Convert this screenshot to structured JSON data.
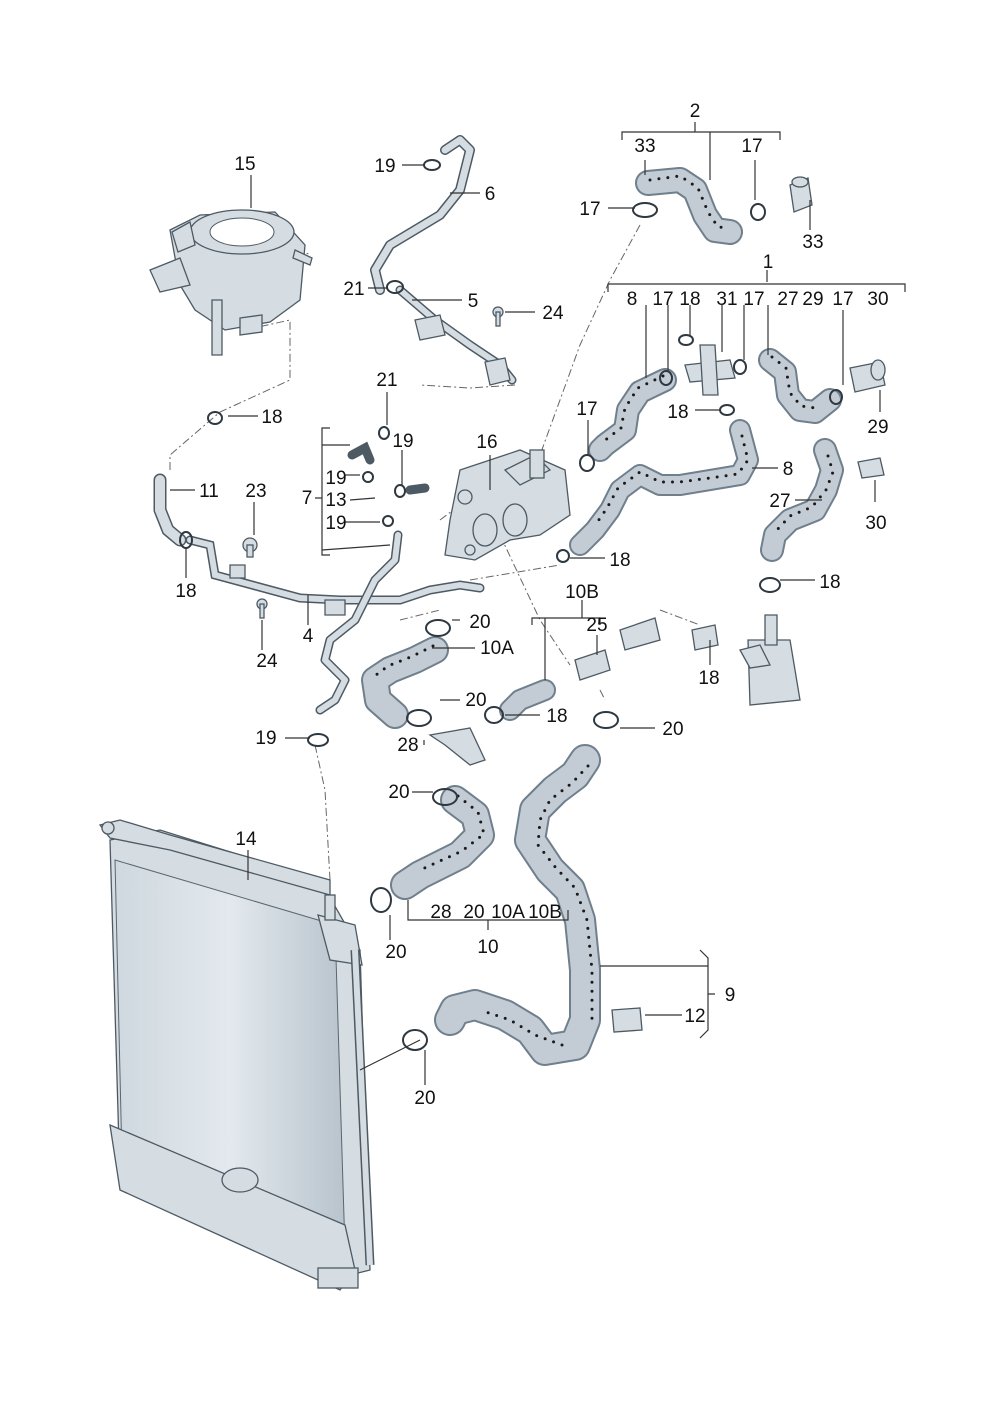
{
  "labels": {
    "l1": "1",
    "l2": "2",
    "l4": "4",
    "l5": "5",
    "l6": "6",
    "l7": "7",
    "l8a": "8",
    "l8b": "8",
    "l9": "9",
    "l10": "10",
    "l10A": "10A",
    "l10B": "10B",
    "l11": "11",
    "l12": "12",
    "l13": "13",
    "l14": "14",
    "l15": "15",
    "l16": "16",
    "l17a": "17",
    "l17b": "17",
    "l17c": "17",
    "l17d": "17",
    "l17e": "17",
    "l17f": "17",
    "l18a": "18",
    "l18b": "18",
    "l18c": "18",
    "l18d": "18",
    "l18e": "18",
    "l18f": "18",
    "l18g": "18",
    "l18h": "18",
    "l18i": "18",
    "l19a": "19",
    "l19b": "19",
    "l19c": "19",
    "l19d": "19",
    "l19e": "19",
    "l20a": "20",
    "l20b": "20",
    "l20c": "20",
    "l20d": "20",
    "l20e": "20",
    "l20f": "20",
    "l21a": "21",
    "l21b": "21",
    "l23": "23",
    "l24a": "24",
    "l24b": "24",
    "l25": "25",
    "l27a": "27",
    "l27b": "27",
    "l28a": "28",
    "l28b": "28",
    "l29a": "29",
    "l29b": "29",
    "l30a": "30",
    "l30b": "30",
    "l31": "31",
    "l33a": "33",
    "l33b": "33",
    "g10A": "10A",
    "g10B": "10B",
    "g20": "20"
  }
}
